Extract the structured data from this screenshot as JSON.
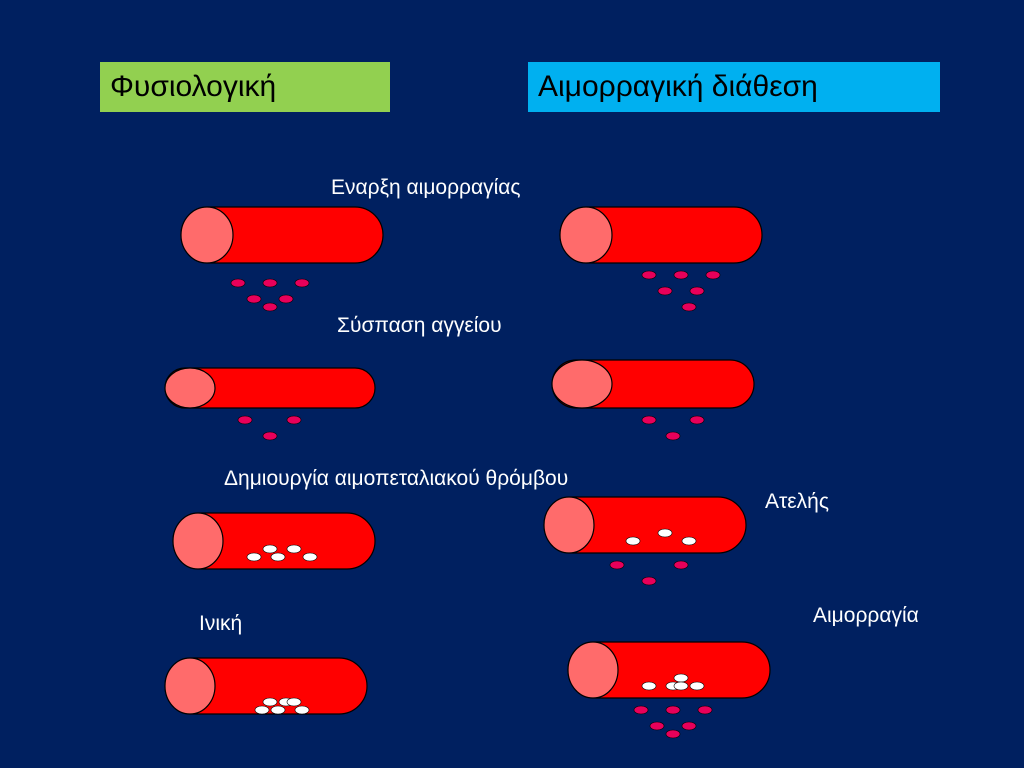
{
  "headers": {
    "normal": "Φυσιολογική",
    "bleeding_tendency": "Αιμορραγική διάθεση"
  },
  "labels": {
    "onset": "Εναρξη αιμορραγίας",
    "vasoconstriction": "Σύσπαση αγγείου",
    "platelet_plug": "Δημιουργία αιμοπεταλιακού θρόμβου",
    "incomplete": "Ατελής",
    "fibrin": "Ινική",
    "hemorrhage": "Αιμορραγία"
  },
  "colors": {
    "background": "#002060",
    "normal_header": "#92D050",
    "bleeding_header": "#00B0F0",
    "vessel": "#FF0000",
    "vessel_end": "#FF6B6B",
    "red_cell": "#E8005A",
    "platelet": "#FFFFFF"
  }
}
